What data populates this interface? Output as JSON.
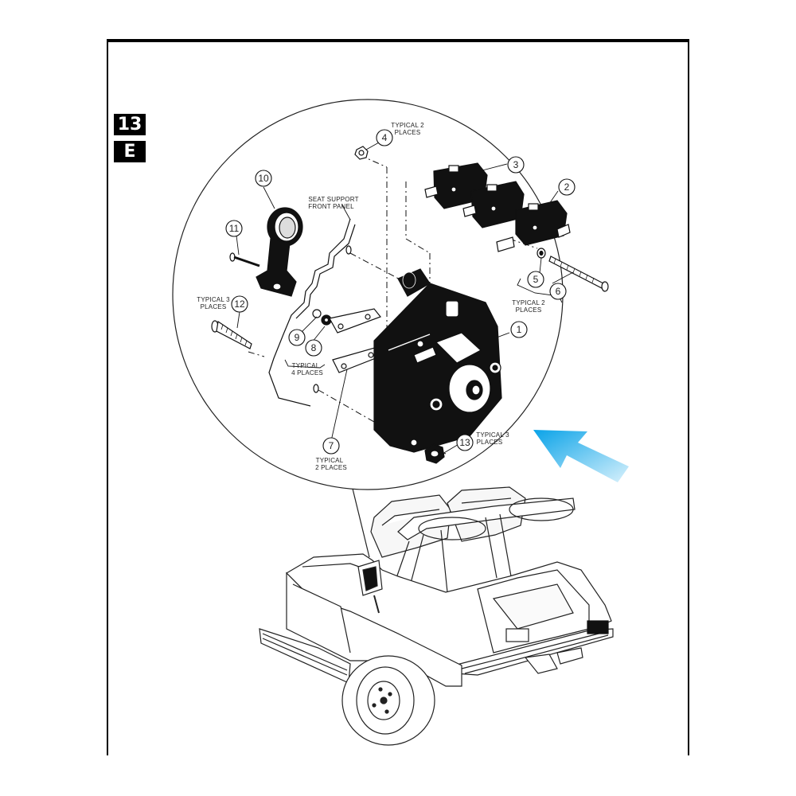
{
  "tabs": {
    "section": "13",
    "letter": "E"
  },
  "labels": {
    "seat_support_line1": "SEAT SUPPORT",
    "seat_support_line2": "FRONT PANEL",
    "typical_2_places_a": [
      "TYPICAL 2",
      "PLACES"
    ],
    "typical_2_places_b": [
      "TYPICAL 2",
      "PLACES"
    ],
    "typical_2_places_c": [
      "TYPICAL",
      "2 PLACES"
    ],
    "typical_3_places_a": [
      "TYPICAL 3",
      "PLACES"
    ],
    "typical_3_places_b": [
      "TYPICAL 3",
      "PLACES"
    ],
    "typical_4_places": [
      "TYPICAL",
      "4 PLACES"
    ]
  },
  "callouts": [
    "1",
    "2",
    "3",
    "4",
    "5",
    "6",
    "7",
    "8",
    "9",
    "10",
    "11",
    "12",
    "13"
  ],
  "colors": {
    "arrow_start": "#0aa3e8",
    "arrow_end": "#d8f1fc",
    "ink": "#111111"
  },
  "icons": {
    "direction_arrow": "arrow-icon"
  }
}
